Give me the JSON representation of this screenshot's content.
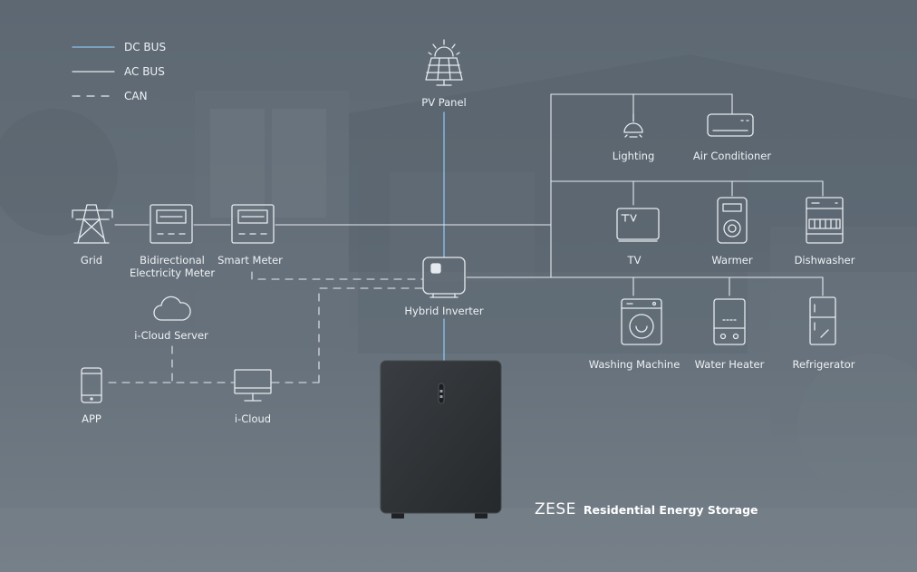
{
  "legend": [
    {
      "label": "DC BUS",
      "style": "dc"
    },
    {
      "label": "AC BUS",
      "style": "ac"
    },
    {
      "label": "CAN",
      "style": "can"
    }
  ],
  "nodes": {
    "pv_panel": "PV Panel",
    "grid": "Grid",
    "bidirectional_meter": [
      "Bidirectional",
      "Electricity Meter"
    ],
    "smart_meter": "Smart Meter",
    "icloud_server": "i-Cloud Server",
    "app": "APP",
    "icloud": "i-Cloud",
    "hybrid_inverter": "Hybrid Inverter"
  },
  "loads": {
    "lighting": "Lighting",
    "air_conditioner": "Air Conditioner",
    "tv": "TV",
    "warmer": "Warmer",
    "dishwasher": "Dishwasher",
    "washing_machine": "Washing Machine",
    "water_heater": "Water Heater",
    "refrigerator": "Refrigerator"
  },
  "brand": {
    "name": "ZESE",
    "tagline": "Residential Energy Storage"
  },
  "colors": {
    "dc_bus": "#8ec3ee",
    "ac_bus": "#e6eaee",
    "can": "#e6eaee",
    "background": "#5f6a75",
    "battery": "#2f3236"
  }
}
